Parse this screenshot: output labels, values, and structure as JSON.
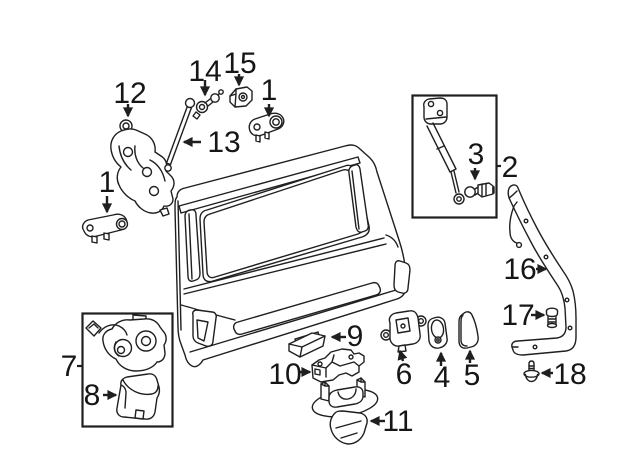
{
  "diagram": {
    "background_color": "#ffffff",
    "line_color": "#1f1f1f",
    "callouts": {
      "n1_left": {
        "label": "1"
      },
      "n1_top": {
        "label": "1"
      },
      "n2": {
        "label": "2"
      },
      "n3": {
        "label": "3"
      },
      "n4": {
        "label": "4"
      },
      "n5": {
        "label": "5"
      },
      "n6": {
        "label": "6"
      },
      "n7": {
        "label": "7"
      },
      "n8": {
        "label": "8"
      },
      "n9": {
        "label": "9"
      },
      "n10": {
        "label": "10"
      },
      "n11": {
        "label": "11"
      },
      "n12": {
        "label": "12"
      },
      "n13": {
        "label": "13"
      },
      "n14": {
        "label": "14"
      },
      "n15": {
        "label": "15"
      },
      "n16": {
        "label": "16"
      },
      "n17": {
        "label": "17"
      },
      "n18": {
        "label": "18"
      }
    }
  }
}
